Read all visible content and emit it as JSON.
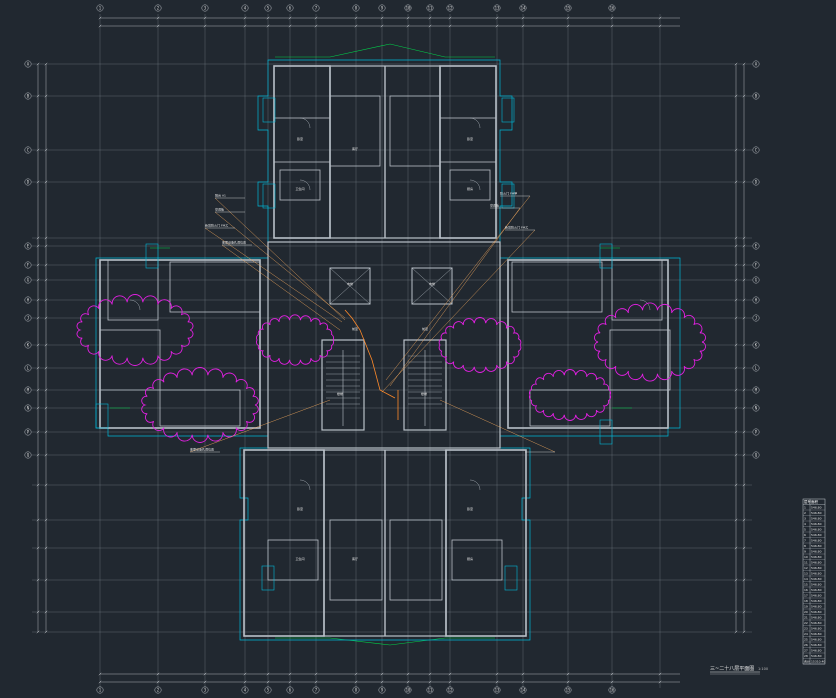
{
  "drawing": {
    "title": "三~二十八层平面图",
    "scale": "1:100",
    "subtitle": "",
    "colors": {
      "background": "#212830",
      "grid": "#9aa3ad",
      "walls": "#b9c0c8",
      "outline": "#00b7d8",
      "revision_cloud": "#e020e0",
      "leader": "#ff8a2a",
      "dimension_green": "#00d24a"
    }
  },
  "area_table": {
    "header": [
      "层号",
      "面积"
    ],
    "rows": [
      [
        "1",
        "546.80"
      ],
      [
        "2",
        "546.80"
      ],
      [
        "3",
        "546.80"
      ],
      [
        "4",
        "546.80"
      ],
      [
        "5",
        "546.80"
      ],
      [
        "6",
        "546.80"
      ],
      [
        "7",
        "546.80"
      ],
      [
        "8",
        "546.80"
      ],
      [
        "9",
        "546.80"
      ],
      [
        "10",
        "546.80"
      ],
      [
        "11",
        "546.80"
      ],
      [
        "12",
        "546.80"
      ],
      [
        "13",
        "546.80"
      ],
      [
        "14",
        "546.80"
      ],
      [
        "15",
        "546.80"
      ],
      [
        "16",
        "546.80"
      ],
      [
        "17",
        "546.80"
      ],
      [
        "18",
        "546.80"
      ],
      [
        "19",
        "546.80"
      ],
      [
        "20",
        "546.80"
      ],
      [
        "21",
        "546.80"
      ],
      [
        "22",
        "546.80"
      ],
      [
        "23",
        "546.80"
      ],
      [
        "24",
        "546.80"
      ],
      [
        "25",
        "546.80"
      ],
      [
        "26",
        "546.80"
      ],
      [
        "27",
        "546.80"
      ],
      [
        "28",
        "546.80"
      ],
      [
        "合计",
        "15310.40"
      ]
    ]
  },
  "axis_bubbles": {
    "top": [
      "1",
      "2",
      "3",
      "4",
      "5",
      "6",
      "7",
      "8",
      "9",
      "10",
      "11",
      "12",
      "13",
      "14",
      "15",
      "16"
    ],
    "left": [
      "A",
      "B",
      "C",
      "D",
      "E",
      "F",
      "G",
      "H",
      "J",
      "K",
      "L",
      "M",
      "N",
      "P",
      "Q"
    ]
  },
  "room_labels": [
    "卧室",
    "卧室",
    "卫生间",
    "厨房",
    "客厅",
    "卧室",
    "卧室",
    "卫生间",
    "客厅",
    "厨房",
    "电梯",
    "楼梯",
    "前室",
    "前室",
    "电梯",
    "楼梯"
  ],
  "annotations": [
    "阳台 A1",
    "空调板",
    "新增防火门 FM乙",
    "变更设备孔洞位置",
    "防火门 FM甲",
    "空调板",
    "新增防火门 FM乙",
    "变更设备孔洞位置"
  ]
}
